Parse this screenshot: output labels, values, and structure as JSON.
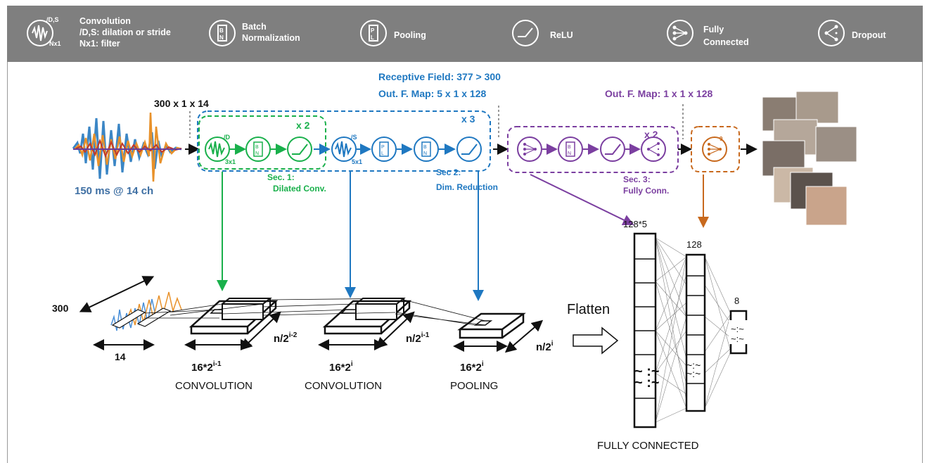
{
  "legend": {
    "conv_title": "Convolution",
    "conv_line2": "/D,S: dilation or stride",
    "conv_line3": "Nx1: filter",
    "conv_icon_top": "/D,S",
    "conv_icon_bottom": "Nx1",
    "batch_norm_line1": "Batch",
    "batch_norm_line2": "Normalization",
    "pooling": "Pooling",
    "relu": "ReLU",
    "fc_line1": "Fully",
    "fc_line2": "Connected",
    "dropout": "Dropout"
  },
  "pipeline": {
    "input_label": "150 ms @ 14 ch",
    "input_shape": "300 x 1 x 14",
    "receptive_field": "Receptive Field: 377 > 300",
    "out_map_sec2": "Out. F. Map: 5 x 1 x 128",
    "out_map_sec3": "Out. F. Map: 1 x 1 x 128",
    "repeat_sec1": "x 2",
    "repeat_sec2": "x 3",
    "repeat_sec3": "x 2",
    "conv1_sup": "/D",
    "conv1_sub": "3x1",
    "conv2_sup": "/S",
    "conv2_sub": "5x1",
    "dropout_num": "9",
    "sec1_line1": "Sec. 1:",
    "sec1_line2": "Dilated Conv.",
    "sec2_line1": "Sec 2:",
    "sec2_line2": "Dim. Reduction",
    "sec3_line1": "Sec. 3:",
    "sec3_line2": "Fully Conn."
  },
  "bottom": {
    "dim_300": "300",
    "dim_14": "14",
    "conv1_width": "16*2",
    "conv1_width_sup": "i-1",
    "conv1_depth": "n/2",
    "conv1_depth_sup": "i-2",
    "conv1_label": "CONVOLUTION",
    "conv2_width": "16*2",
    "conv2_width_sup": "i",
    "conv2_depth": "n/2",
    "conv2_depth_sup": "i-1",
    "conv2_label": "CONVOLUTION",
    "pool_width": "16*2",
    "pool_width_sup": "i",
    "pool_depth": "n/2",
    "pool_depth_sup": "i",
    "pool_label": "POOLING",
    "flatten": "Flatten",
    "fc_in": "128*5",
    "fc_hidden": "128",
    "fc_out": "8",
    "fc_label": "FULLY CONNECTED"
  },
  "colors": {
    "green": "#19b04b",
    "blue": "#1f78c1",
    "purple": "#7b3fa0",
    "orange": "#c8691d",
    "legend_bg": "#7f7f7f"
  }
}
